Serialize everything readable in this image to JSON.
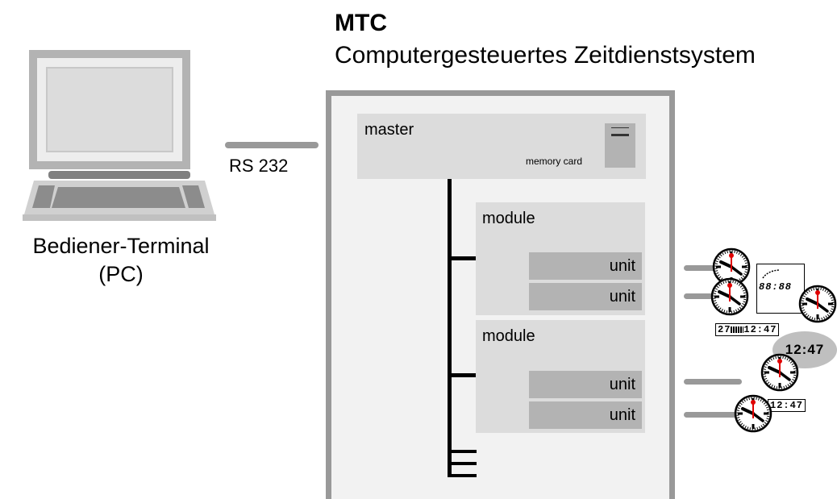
{
  "header": {
    "title": "MTC",
    "subtitle": "Computergesteuertes Zeitdienstsystem"
  },
  "pc": {
    "label_line1": "Bediener-Terminal",
    "label_line2": "(PC)"
  },
  "link": {
    "label": "RS 232"
  },
  "master": {
    "label": "master",
    "card_label": "memory card"
  },
  "modules": [
    {
      "label": "module",
      "units": [
        "unit",
        "unit"
      ]
    },
    {
      "label": "module",
      "units": [
        "unit",
        "unit"
      ]
    }
  ],
  "displays": {
    "date_time": "27",
    "date_time_time": "12:47",
    "oval_time": "12:47",
    "small_time": "12:47",
    "digital_panel": "88:88"
  },
  "colors": {
    "frame": "#999999",
    "panel": "#dcdcdc",
    "unit": "#b3b3b3",
    "clock_hand_red": "#e00000"
  }
}
